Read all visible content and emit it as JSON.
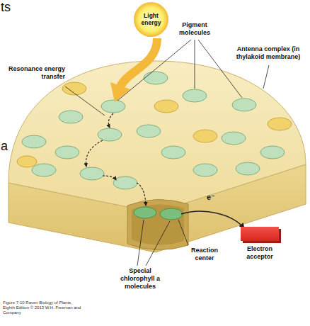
{
  "diagram": {
    "caption": "Figure 7-10 Raven Biology of Plants, Eighth Edition © 2013 W.H. Freeman and Company",
    "nodes": [
      {
        "text": [
          "Light energy"
        ]
      },
      {
        "text": [
          "Electron acceptor"
        ]
      }
    ],
    "labels": [
      "ts",
      "Pigment molecules",
      "Resonance energy transfer",
      "Antenna complex (in thylakoid membrane)",
      "a",
      "e⁻",
      "Reaction center",
      "Special chlorophyll a molecules"
    ]
  }
}
